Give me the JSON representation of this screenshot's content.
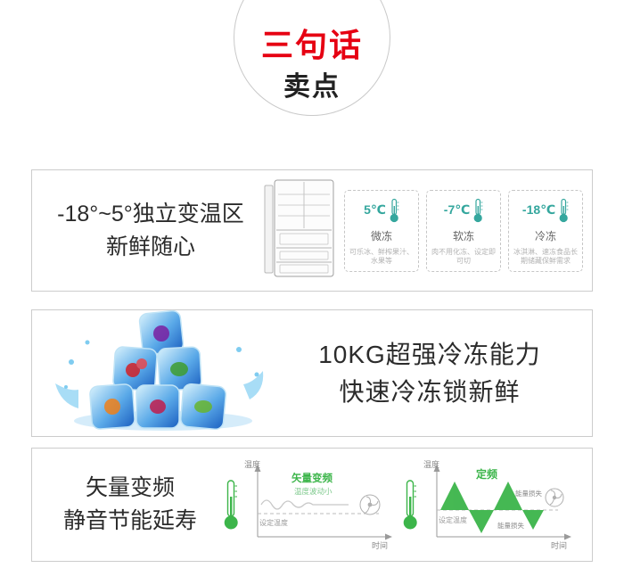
{
  "badge": {
    "line1": "三句话",
    "line2": "卖点"
  },
  "sections": {
    "s1": {
      "title1": "-18°~5°独立变温区",
      "title2": "新鲜随心",
      "zones": [
        {
          "temp": "5℃",
          "name": "微冻",
          "desc": "可乐冰、鲜榨果汁、水果等"
        },
        {
          "temp": "-7℃",
          "name": "软冻",
          "desc": "肉不用化冻、设定即可切"
        },
        {
          "temp": "-18℃",
          "name": "冷冻",
          "desc": "冰淇淋、速冻食品长期储藏保鲜需求"
        }
      ]
    },
    "s2": {
      "title1": "10KG超强冷冻能力",
      "title2": "快速冷冻锁新鲜"
    },
    "s3": {
      "title1": "矢量变频",
      "title2": "静音节能延寿",
      "chart_left": {
        "ylabel": "温度",
        "xlabel": "时间",
        "title": "矢量变频",
        "subtitle": "温度波动小",
        "baseline": "设定温度"
      },
      "chart_right": {
        "ylabel": "温度",
        "xlabel": "时间",
        "title": "定频",
        "loss1": "能量损失",
        "loss2": "能量损失",
        "baseline": "设定温度"
      }
    }
  },
  "colors": {
    "accent_red": "#e60012",
    "teal": "#35a79e",
    "green": "#3cb54a",
    "border_gray": "#cccccc"
  }
}
